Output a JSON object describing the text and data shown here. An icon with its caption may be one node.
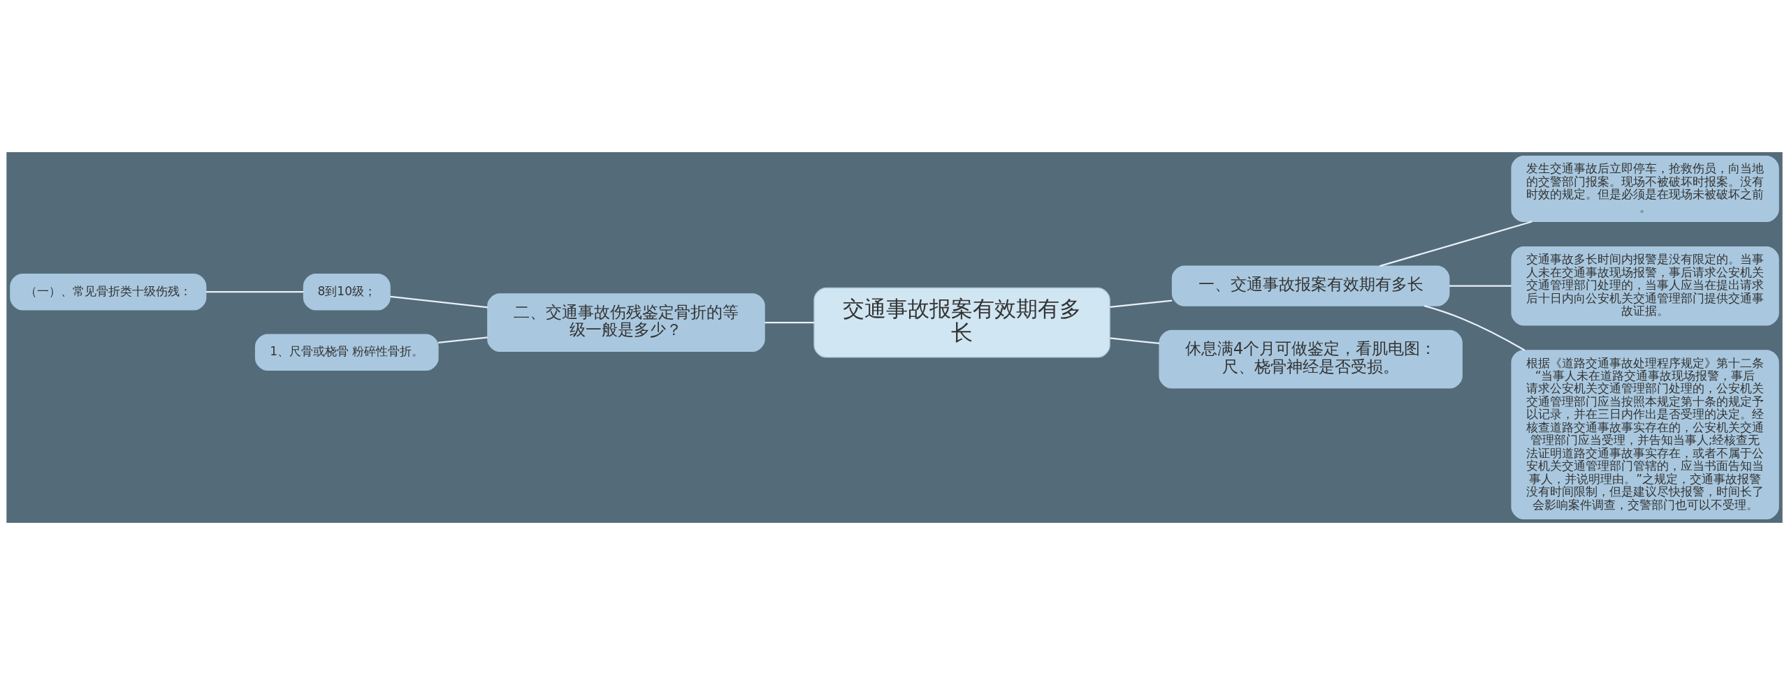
{
  "diagram": {
    "nodes": [
      {
        "text": [
          "交通事故报案有效期有多长"
        ]
      },
      {
        "text": [
          "一、交通事故报案有效期有多长"
        ]
      },
      {
        "text": [
          "发生交通事故后立即停车，抢救伤员，向当地的交警部门报案。现场不被破坏时报案。没有时效的规定。但是必须是在现场未被破坏之前。"
        ]
      },
      {
        "text": [
          "交通事故多长时间内报警是没有限定的。当事人未在交通事故现场报警，事后请求公安机关交通管理部门处理的，当事人应当在提出请求后十日内向公安机关交通管理部门提供交通事故证据。"
        ]
      },
      {
        "text": [
          "根据《道路交通事故处理程序规定》第十二条 “当事人未在道路交通事故现场报警，事后请求公安机关交通管理部门处理的，公安机关交通管理部门应当按照本规定第十条的规定予以记录，并在三日内作出是否受理的决定。经核查道路交通事故事实存在的，公安机关交通管理部门应当受理，并告知当事人;经核查无法证明道路交通事故事实存在，或者不属于公安机关交通管理部门管辖的，应当书面告知当事人，并说明理由。”之规定，交通事故报警没有时间限制，但是建议尽快报警，时间长了会影响案件调查，交警部门也可以不受理。"
        ]
      },
      {
        "text": [
          "二、交通事故伤残鉴定骨折的等级一般是多少？"
        ]
      },
      {
        "text": [
          "8到10级；"
        ]
      },
      {
        "text": [
          "（一）、常见骨折类十级伤残："
        ]
      },
      {
        "text": [
          "1、尺骨或桡骨 粉碎性骨折。"
        ]
      },
      {
        "text": [
          "休息满4个月可做鉴定，看肌电图：尺、桡骨神经是否受损。"
        ]
      }
    ],
    "edges": [
      {
        "from": 0,
        "to": 1,
        "arrow": "none"
      },
      {
        "from": 1,
        "to": 2,
        "arrow": "none"
      },
      {
        "from": 1,
        "to": 3,
        "arrow": "none"
      },
      {
        "from": 1,
        "to": 4,
        "arrow": "none"
      },
      {
        "from": 0,
        "to": 5,
        "arrow": "none"
      },
      {
        "from": 5,
        "to": 6,
        "arrow": "none"
      },
      {
        "from": 6,
        "to": 7,
        "arrow": "none"
      },
      {
        "from": 5,
        "to": 8,
        "arrow": "none"
      },
      {
        "from": 0,
        "to": 9,
        "arrow": "none"
      }
    ]
  }
}
